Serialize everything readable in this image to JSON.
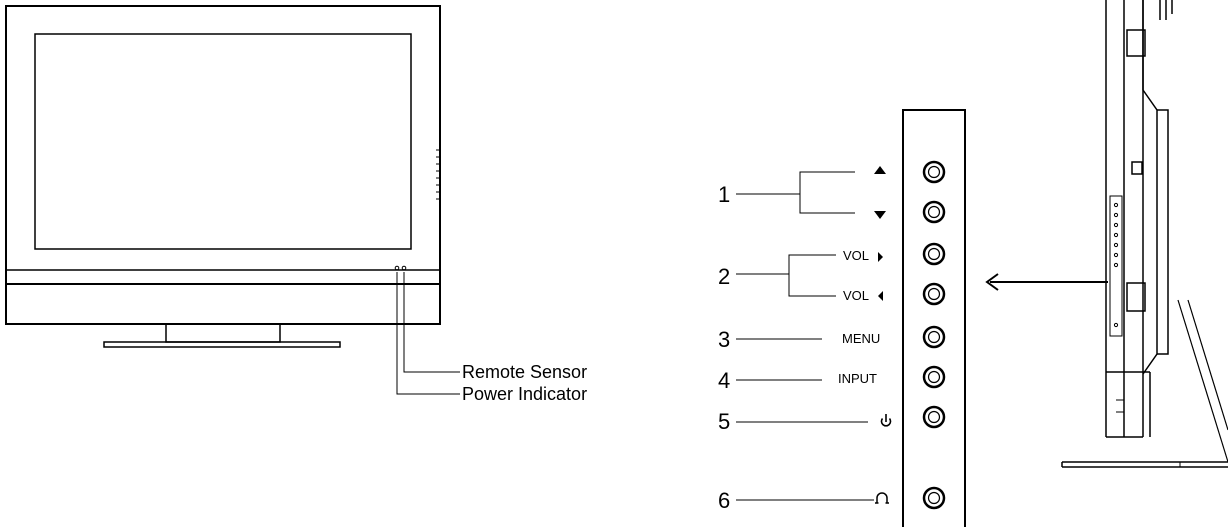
{
  "callouts": {
    "remote_sensor": "Remote Sensor",
    "power_indicator": "Power Indicator"
  },
  "controls": [
    {
      "number": "1",
      "labels": [
        "",
        ""
      ],
      "icons": [
        "up-triangle-icon",
        "down-triangle-icon"
      ]
    },
    {
      "number": "2",
      "labels": [
        "VOL",
        "VOL"
      ],
      "icons": [
        "right-triangle-icon",
        "left-triangle-icon"
      ]
    },
    {
      "number": "3",
      "labels": [
        "MENU"
      ],
      "icons": []
    },
    {
      "number": "4",
      "labels": [
        "INPUT"
      ],
      "icons": []
    },
    {
      "number": "5",
      "labels": [
        ""
      ],
      "icons": [
        "power-icon"
      ]
    },
    {
      "number": "6",
      "labels": [
        ""
      ],
      "icons": [
        "headphone-icon"
      ]
    }
  ]
}
